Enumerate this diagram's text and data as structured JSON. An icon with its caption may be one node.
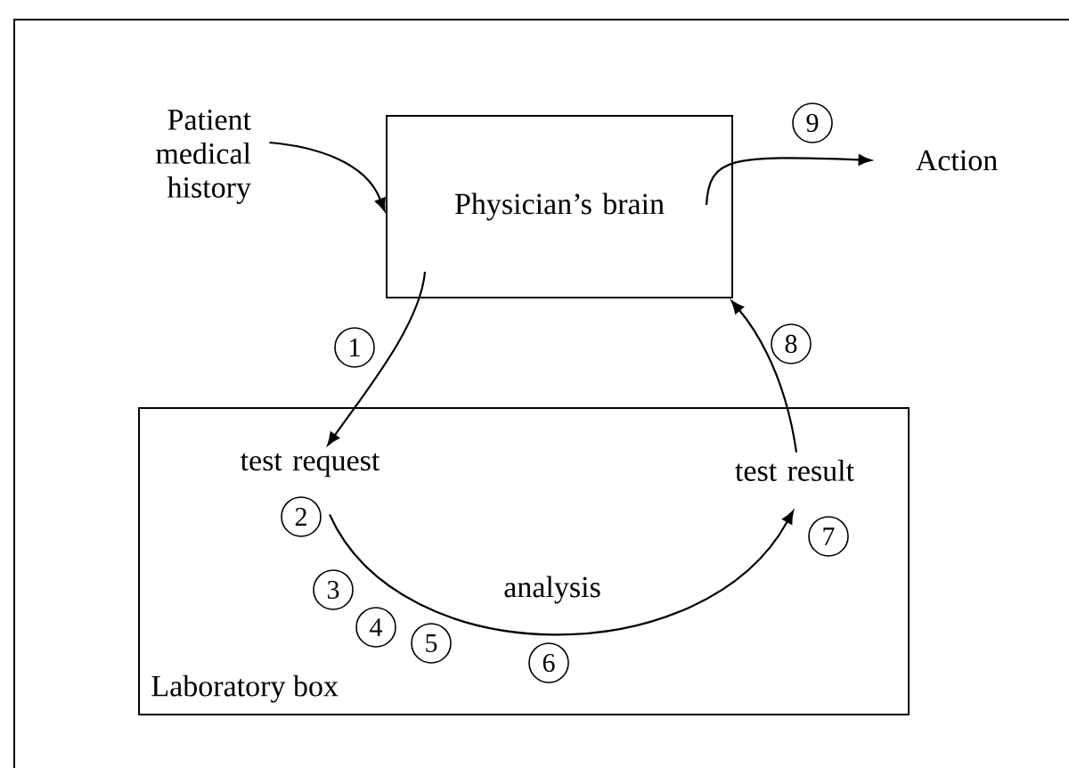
{
  "diagram": {
    "nodes": [
      {
        "text": [
          "Physician’s brain"
        ]
      },
      {
        "text": [
          "Laboratory box"
        ]
      },
      {
        "text": [
          "Patient medical history"
        ]
      },
      {
        "text": [
          "Action"
        ]
      },
      {
        "text": [
          "test request"
        ],
        "in": 1
      },
      {
        "text": [
          "test result"
        ],
        "in": 1
      }
    ],
    "edges": [
      {
        "from": 2,
        "to": 0,
        "arrow": "to"
      },
      {
        "from": 0,
        "to": 4,
        "arrow": "to",
        "label": "1"
      },
      {
        "from": 4,
        "to": 5,
        "arrow": "to",
        "label": "analysis"
      },
      {
        "from": 5,
        "to": 0,
        "arrow": "to",
        "label": "8"
      },
      {
        "from": 0,
        "to": 3,
        "arrow": "to",
        "label": "9"
      }
    ],
    "labels": [
      "2",
      "3",
      "4",
      "5",
      "6",
      "7"
    ]
  }
}
